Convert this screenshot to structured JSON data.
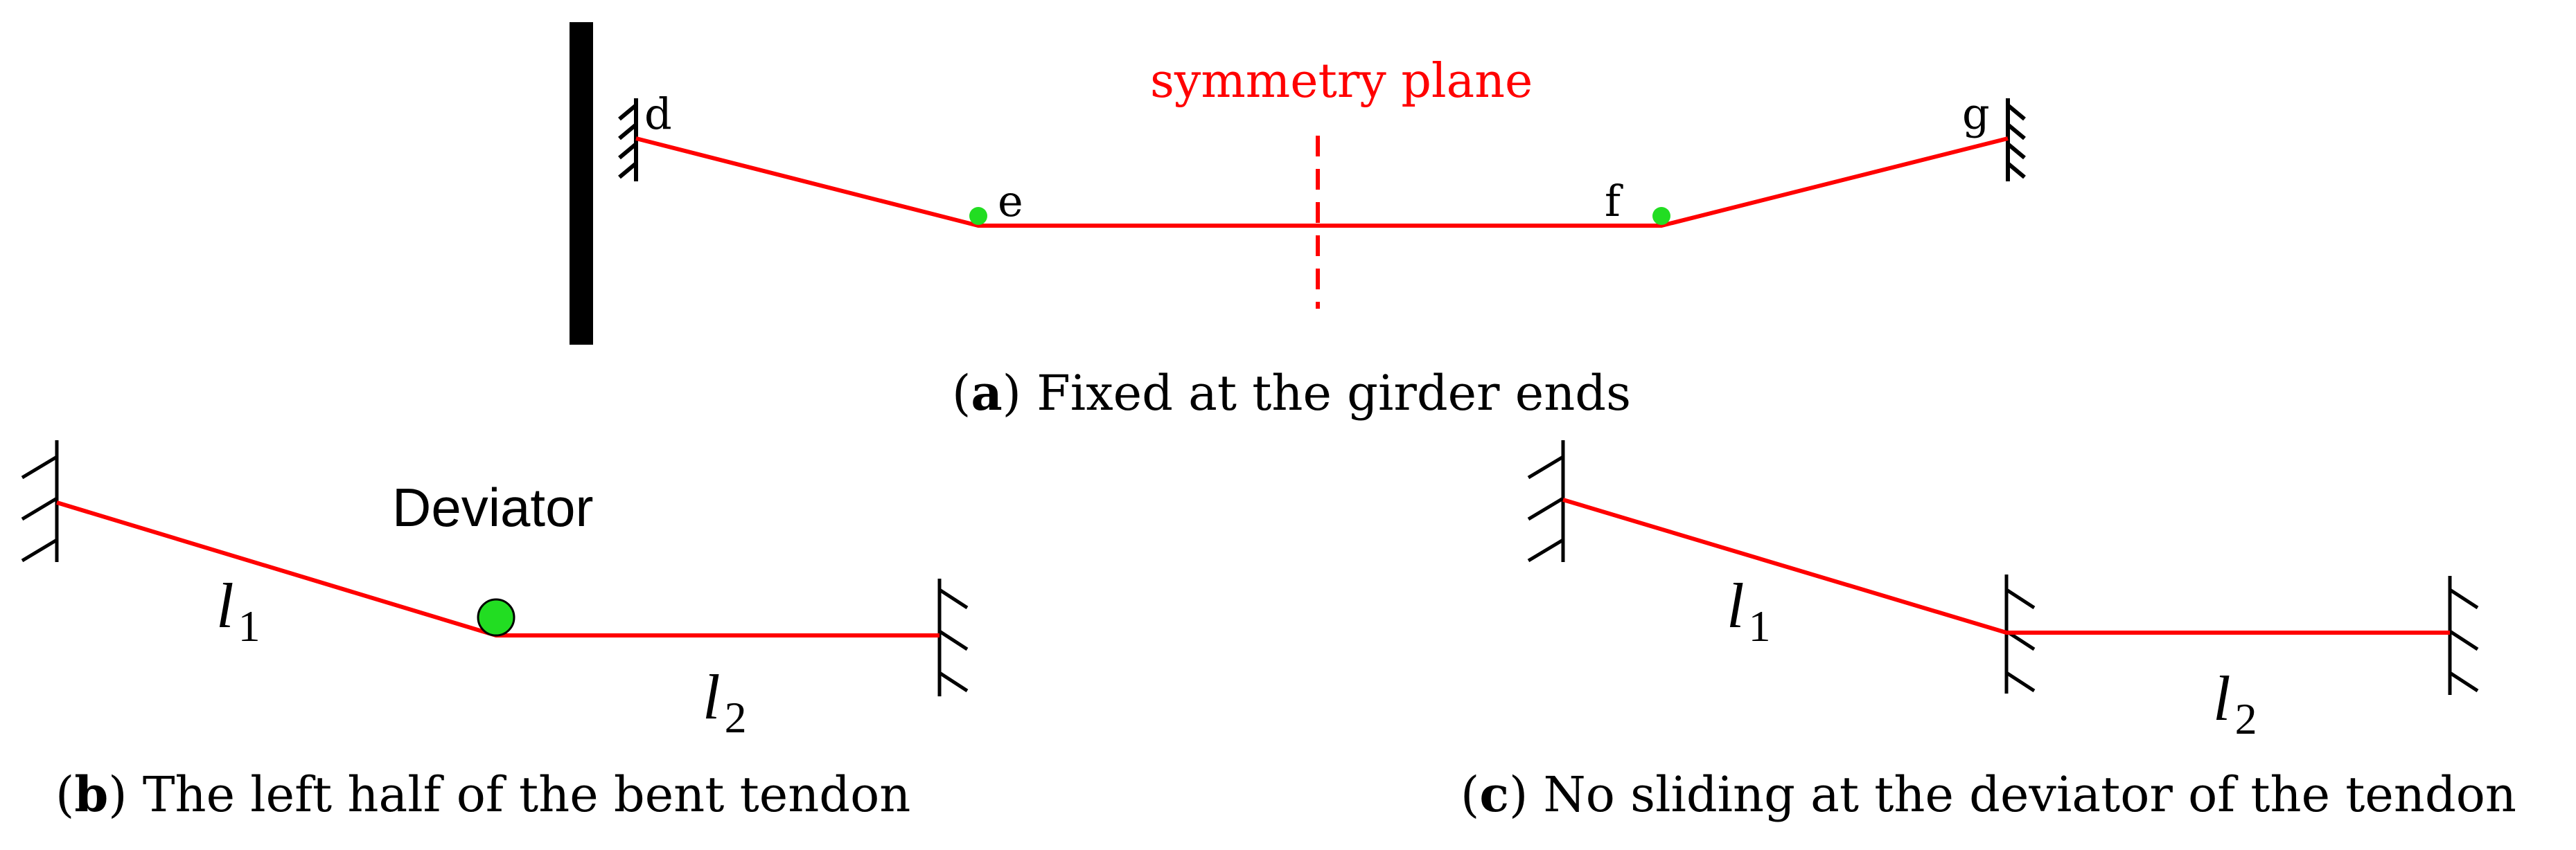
{
  "colors": {
    "tendon": "#ff0000",
    "deviator": "#22dd22",
    "symmetry_plane": "#ff0000",
    "support": "#000000"
  },
  "panel_a": {
    "point_d": "d",
    "point_e": "e",
    "point_f": "f",
    "point_g": "g",
    "symmetry_label": "symmetry plane",
    "caption_open": "(",
    "caption_letter": "a",
    "caption_text": ") Fixed at the girder ends"
  },
  "panel_b": {
    "deviator_label": "Deviator",
    "l1_main": "l",
    "l1_sub": "1",
    "l2_main": "l",
    "l2_sub": "2",
    "caption_open": "(",
    "caption_letter": "b",
    "caption_text": ") The left half of the bent tendon"
  },
  "panel_c": {
    "l1_main": "l",
    "l1_sub": "1",
    "l2_main": "l",
    "l2_sub": "2",
    "caption_open": "(",
    "caption_letter": "c",
    "caption_text": ") No sliding at the deviator of the tendon"
  }
}
